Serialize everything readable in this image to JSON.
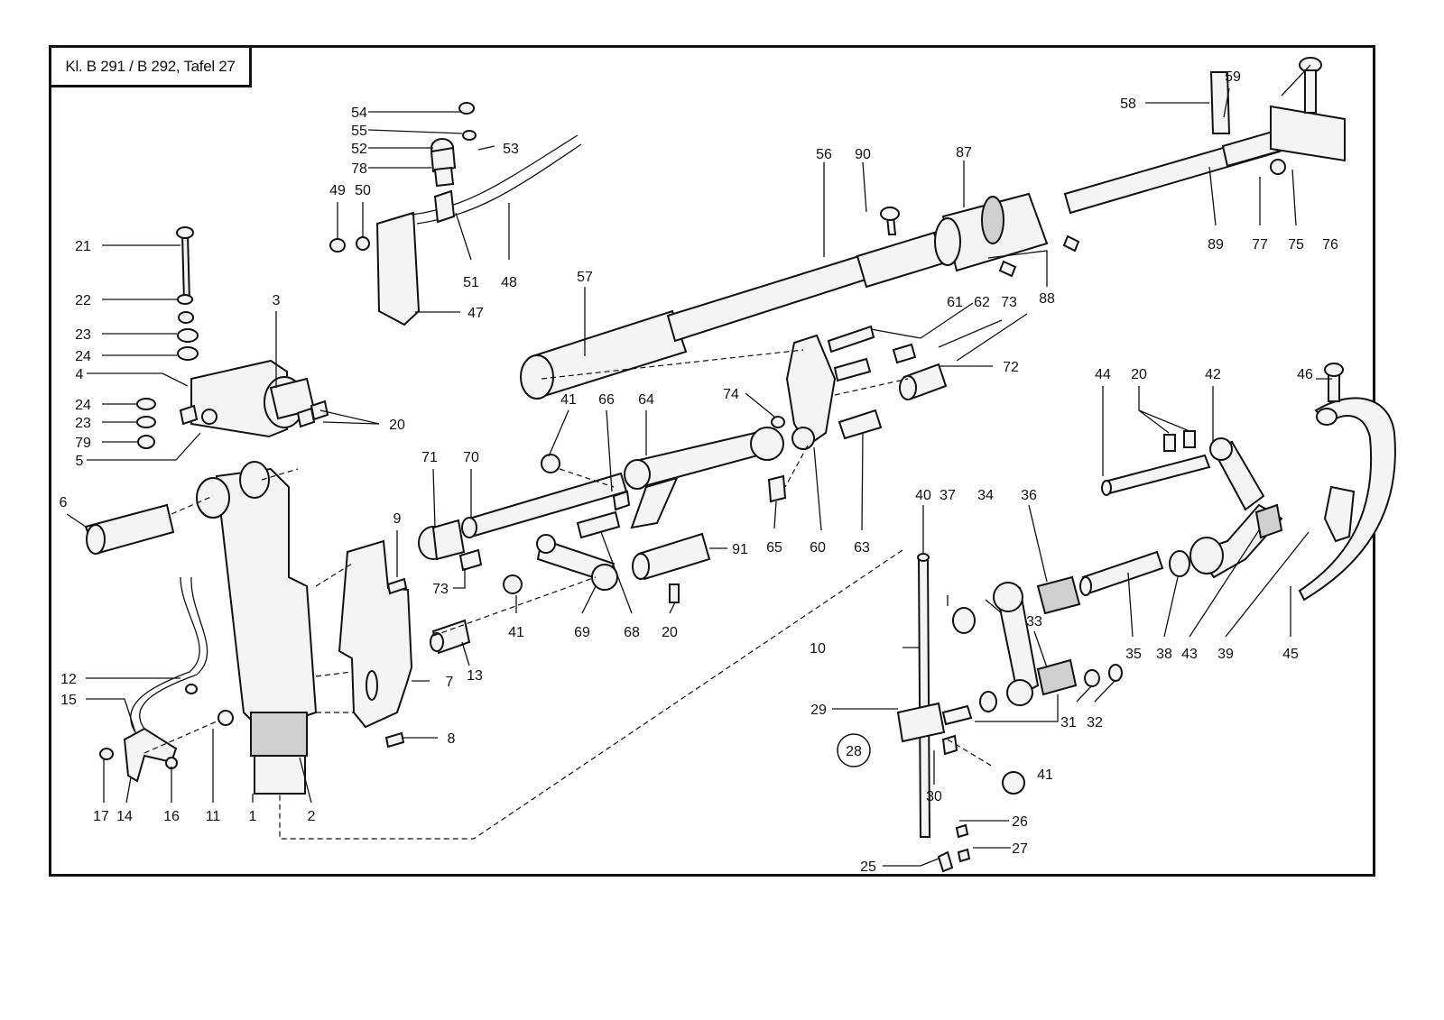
{
  "title": "Kl. B 291 / B 292, Tafel 27",
  "group_number": "28",
  "colors": {
    "ink": "#111111",
    "paper": "#ffffff",
    "part_fill": "#f4f4f4"
  },
  "part_labels": [
    {
      "id": "1",
      "text": "1"
    },
    {
      "id": "2",
      "text": "2"
    },
    {
      "id": "3",
      "text": "3"
    },
    {
      "id": "4",
      "text": "4"
    },
    {
      "id": "5",
      "text": "5"
    },
    {
      "id": "6",
      "text": "6"
    },
    {
      "id": "7",
      "text": "7"
    },
    {
      "id": "8",
      "text": "8"
    },
    {
      "id": "9",
      "text": "9"
    },
    {
      "id": "10",
      "text": "10"
    },
    {
      "id": "11",
      "text": "11"
    },
    {
      "id": "12",
      "text": "12"
    },
    {
      "id": "13",
      "text": "13"
    },
    {
      "id": "14",
      "text": "14"
    },
    {
      "id": "15",
      "text": "15"
    },
    {
      "id": "16",
      "text": "16"
    },
    {
      "id": "17",
      "text": "17"
    },
    {
      "id": "20a",
      "text": "20"
    },
    {
      "id": "20b",
      "text": "20"
    },
    {
      "id": "20c",
      "text": "20"
    },
    {
      "id": "21",
      "text": "21"
    },
    {
      "id": "22",
      "text": "22"
    },
    {
      "id": "23a",
      "text": "23"
    },
    {
      "id": "23b",
      "text": "23"
    },
    {
      "id": "24a",
      "text": "24"
    },
    {
      "id": "24b",
      "text": "24"
    },
    {
      "id": "25",
      "text": "25"
    },
    {
      "id": "26",
      "text": "26"
    },
    {
      "id": "27",
      "text": "27"
    },
    {
      "id": "29",
      "text": "29"
    },
    {
      "id": "30",
      "text": "30"
    },
    {
      "id": "31",
      "text": "31"
    },
    {
      "id": "32",
      "text": "32"
    },
    {
      "id": "33",
      "text": "33"
    },
    {
      "id": "34",
      "text": "34"
    },
    {
      "id": "35",
      "text": "35"
    },
    {
      "id": "36",
      "text": "36"
    },
    {
      "id": "37",
      "text": "37"
    },
    {
      "id": "38",
      "text": "38"
    },
    {
      "id": "39",
      "text": "39"
    },
    {
      "id": "40",
      "text": "40"
    },
    {
      "id": "41a",
      "text": "41"
    },
    {
      "id": "41b",
      "text": "41"
    },
    {
      "id": "41c",
      "text": "41"
    },
    {
      "id": "42",
      "text": "42"
    },
    {
      "id": "43",
      "text": "43"
    },
    {
      "id": "44",
      "text": "44"
    },
    {
      "id": "45",
      "text": "45"
    },
    {
      "id": "46",
      "text": "46"
    },
    {
      "id": "47",
      "text": "47"
    },
    {
      "id": "48",
      "text": "48"
    },
    {
      "id": "49",
      "text": "49"
    },
    {
      "id": "50",
      "text": "50"
    },
    {
      "id": "51",
      "text": "51"
    },
    {
      "id": "52",
      "text": "52"
    },
    {
      "id": "53",
      "text": "53"
    },
    {
      "id": "54",
      "text": "54"
    },
    {
      "id": "55",
      "text": "55"
    },
    {
      "id": "56",
      "text": "56"
    },
    {
      "id": "57",
      "text": "57"
    },
    {
      "id": "58",
      "text": "58"
    },
    {
      "id": "59",
      "text": "59"
    },
    {
      "id": "60",
      "text": "60"
    },
    {
      "id": "61",
      "text": "61"
    },
    {
      "id": "62",
      "text": "62"
    },
    {
      "id": "63",
      "text": "63"
    },
    {
      "id": "64",
      "text": "64"
    },
    {
      "id": "65",
      "text": "65"
    },
    {
      "id": "66",
      "text": "66"
    },
    {
      "id": "68",
      "text": "68"
    },
    {
      "id": "69",
      "text": "69"
    },
    {
      "id": "70",
      "text": "70"
    },
    {
      "id": "71",
      "text": "71"
    },
    {
      "id": "72",
      "text": "72"
    },
    {
      "id": "73a",
      "text": "73"
    },
    {
      "id": "73b",
      "text": "73"
    },
    {
      "id": "74",
      "text": "74"
    },
    {
      "id": "75",
      "text": "75"
    },
    {
      "id": "76",
      "text": "76"
    },
    {
      "id": "77",
      "text": "77"
    },
    {
      "id": "78",
      "text": "78"
    },
    {
      "id": "79",
      "text": "79"
    },
    {
      "id": "87",
      "text": "87"
    },
    {
      "id": "88",
      "text": "88"
    },
    {
      "id": "89",
      "text": "89"
    },
    {
      "id": "90",
      "text": "90"
    },
    {
      "id": "91",
      "text": "91"
    }
  ]
}
